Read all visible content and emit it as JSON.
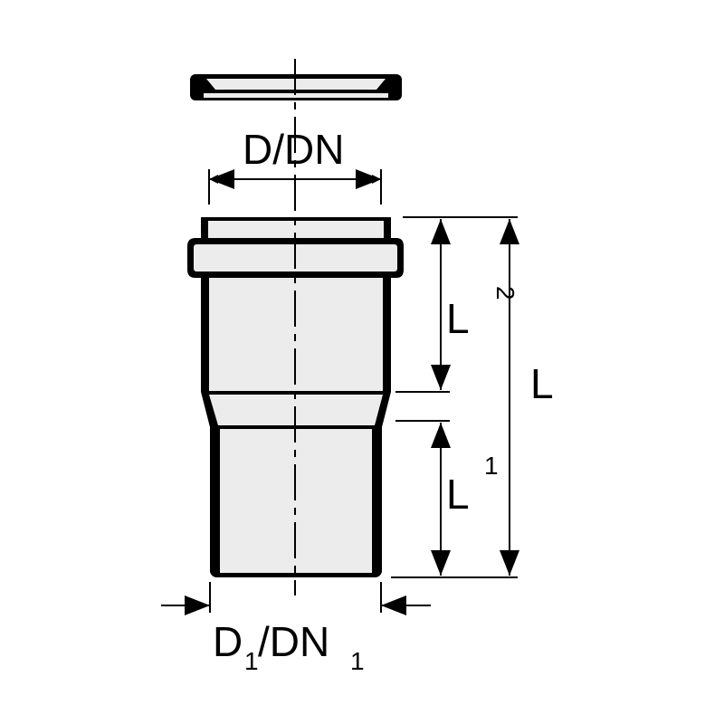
{
  "title": "Pipe reducer with sealing ring – dimension drawing",
  "labels": {
    "d_dn": "D/DN",
    "d1_main": "D",
    "d1_sub": "1",
    "d1_slash": "/DN",
    "dn1_sub": "1",
    "l2_main": "L",
    "l2_sub": "2",
    "l1_main": "L",
    "l1_sub": "1",
    "l_total": "L"
  },
  "colors": {
    "fill": "#ececec",
    "stroke": "#000000"
  }
}
